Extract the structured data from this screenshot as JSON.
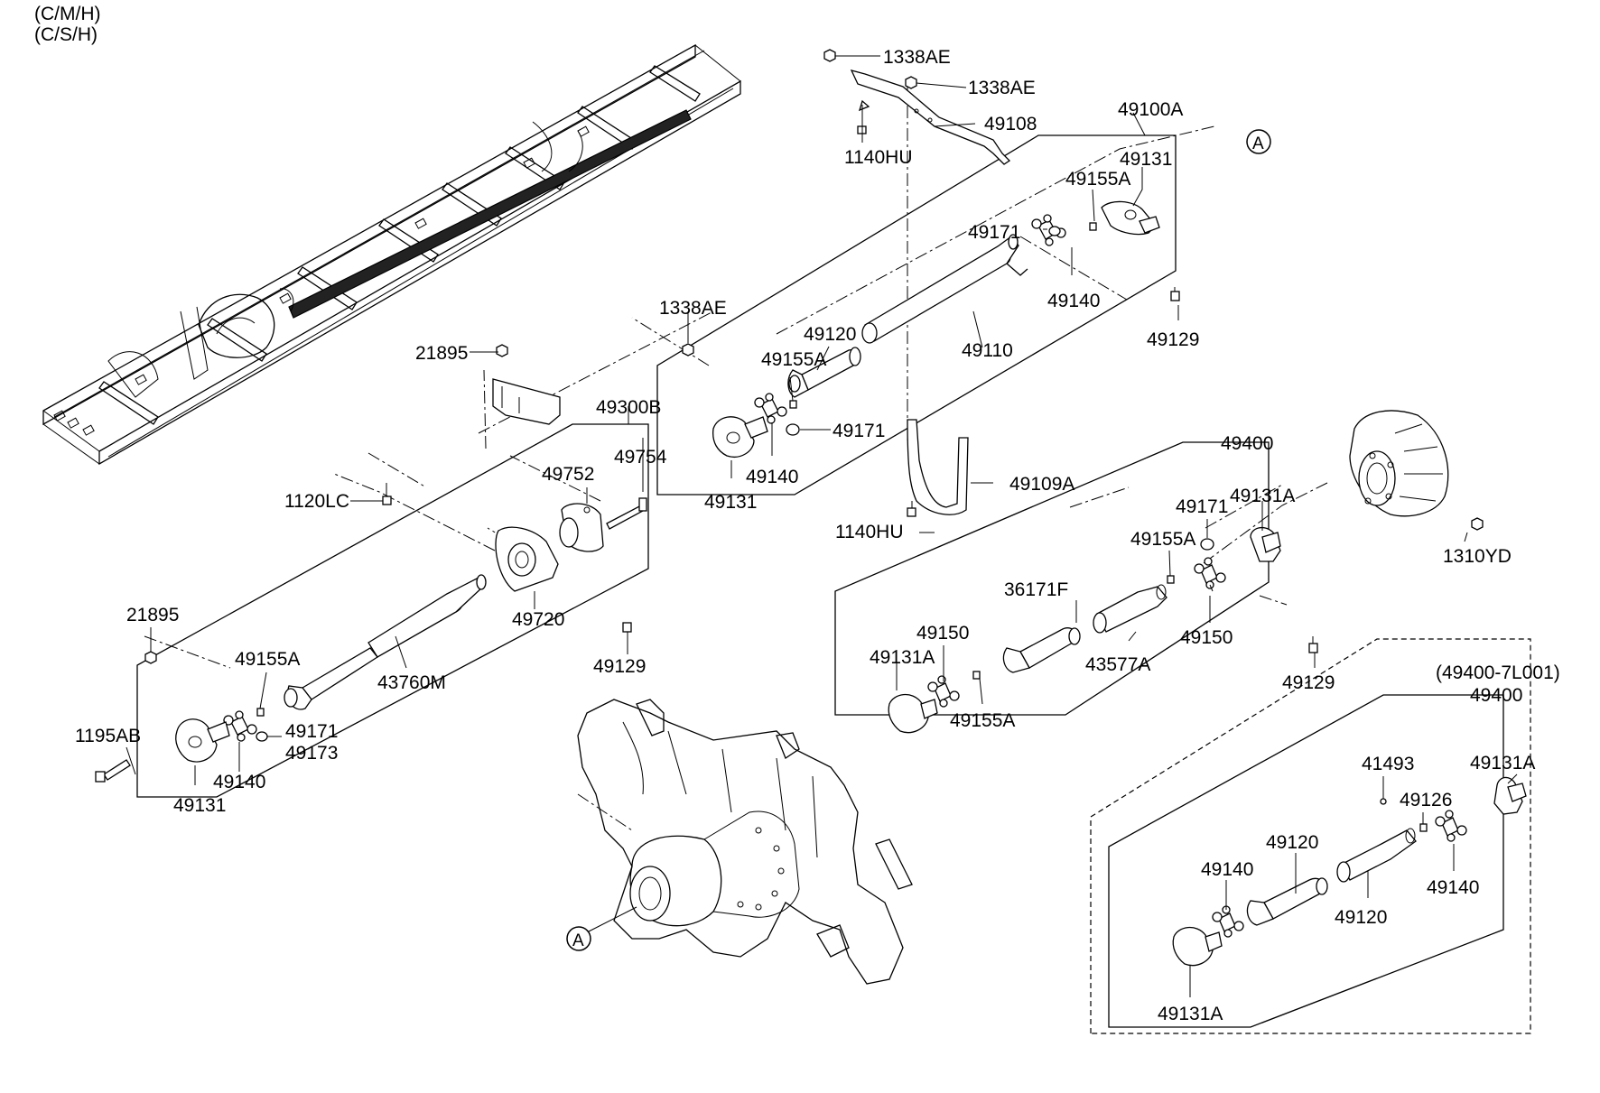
{
  "header": {
    "line1": "(C/M/H)",
    "line2": "(C/S/H)"
  },
  "callouts": {
    "A": "A"
  },
  "labels": {
    "p1338ae_a": "1338AE",
    "p1338ae_b": "1338AE",
    "p1338ae_c": "1338AE",
    "p49108": "49108",
    "p1140hu_a": "1140HU",
    "p1140hu_b": "1140HU",
    "p49100a": "49100A",
    "p49131_a": "49131",
    "p49155a_a": "49155A",
    "p49171_a": "49171",
    "p49140_a": "49140",
    "p49129_a": "49129",
    "p49120_a": "49120",
    "p49155a_b": "49155A",
    "p49110": "49110",
    "p49171_b": "49171",
    "p49140_b": "49140",
    "p49131_b": "49131",
    "p21895_a": "21895",
    "p49300b": "49300B",
    "p49754": "49754",
    "p49752": "49752",
    "p1120lc": "1120LC",
    "p49720": "49720",
    "p49129_b": "49129",
    "p21895_b": "21895",
    "p49155a_c": "49155A",
    "p43760m": "43760M",
    "p1195ab": "1195AB",
    "p49171_c": "49171",
    "p49173": "49173",
    "p49140_c": "49140",
    "p49131_c": "49131",
    "p49109a": "49109A",
    "p49400_a": "49400",
    "p49171_d": "49171",
    "p49131a_a": "49131A",
    "p49155a_d": "49155A",
    "p36171f": "36171F",
    "p49150_a": "49150",
    "p49150_b": "49150",
    "p49131a_b": "49131A",
    "p43577a": "43577A",
    "p49155a_e": "49155A",
    "p49129_c": "49129",
    "p1310yd": "1310YD",
    "p49400_7l001": "(49400-7L001)",
    "p49400_b": "49400",
    "p41493": "41493",
    "p49131a_c": "49131A",
    "p49126": "49126",
    "p49120_b": "49120",
    "p49140_d": "49140",
    "p49140_e": "49140",
    "p49120_c": "49120",
    "p49131a_d": "49131A"
  }
}
